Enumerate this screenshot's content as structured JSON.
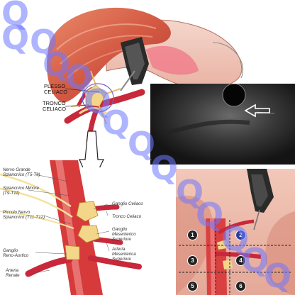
{
  "top_panel": {
    "labels": {
      "plexus": "PLESSO\nCELIACO",
      "trunk": "TRONCO\nCELIACO"
    }
  },
  "bottom_left_panel": {
    "labels": {
      "greater_splanchnic": "Nervo Grande\nSplancnico (T5-T9)",
      "lesser_splanchnic": "Splancnico Minore\n(T9-T11)",
      "least_splanchnic": "Piccolo Nervo\nSplancnico (T11-T12)",
      "aorticorenal_ganglion": "Ganglio\nReno-Aortico",
      "renal_artery": "Arteria\nRenale",
      "celiac_ganglion": "Ganglio Celiaco",
      "celiac_trunk": "Tronco Celiaco",
      "sup_mesenteric_ganglion": "Ganglio\nMesenterico\nSuperiore",
      "sup_mesenteric_artery": "Arteria\nMesenterica\nSuperiore"
    }
  },
  "bottom_right_panel": {
    "numbers": [
      "1",
      "2",
      "3",
      "4",
      "5",
      "6"
    ],
    "number_colors": [
      "#222222",
      "#2c3d9c",
      "#222222",
      "#222222",
      "#222222",
      "#222222"
    ]
  },
  "watermark": {
    "glyph": "Q",
    "color": "#6e78ff"
  }
}
